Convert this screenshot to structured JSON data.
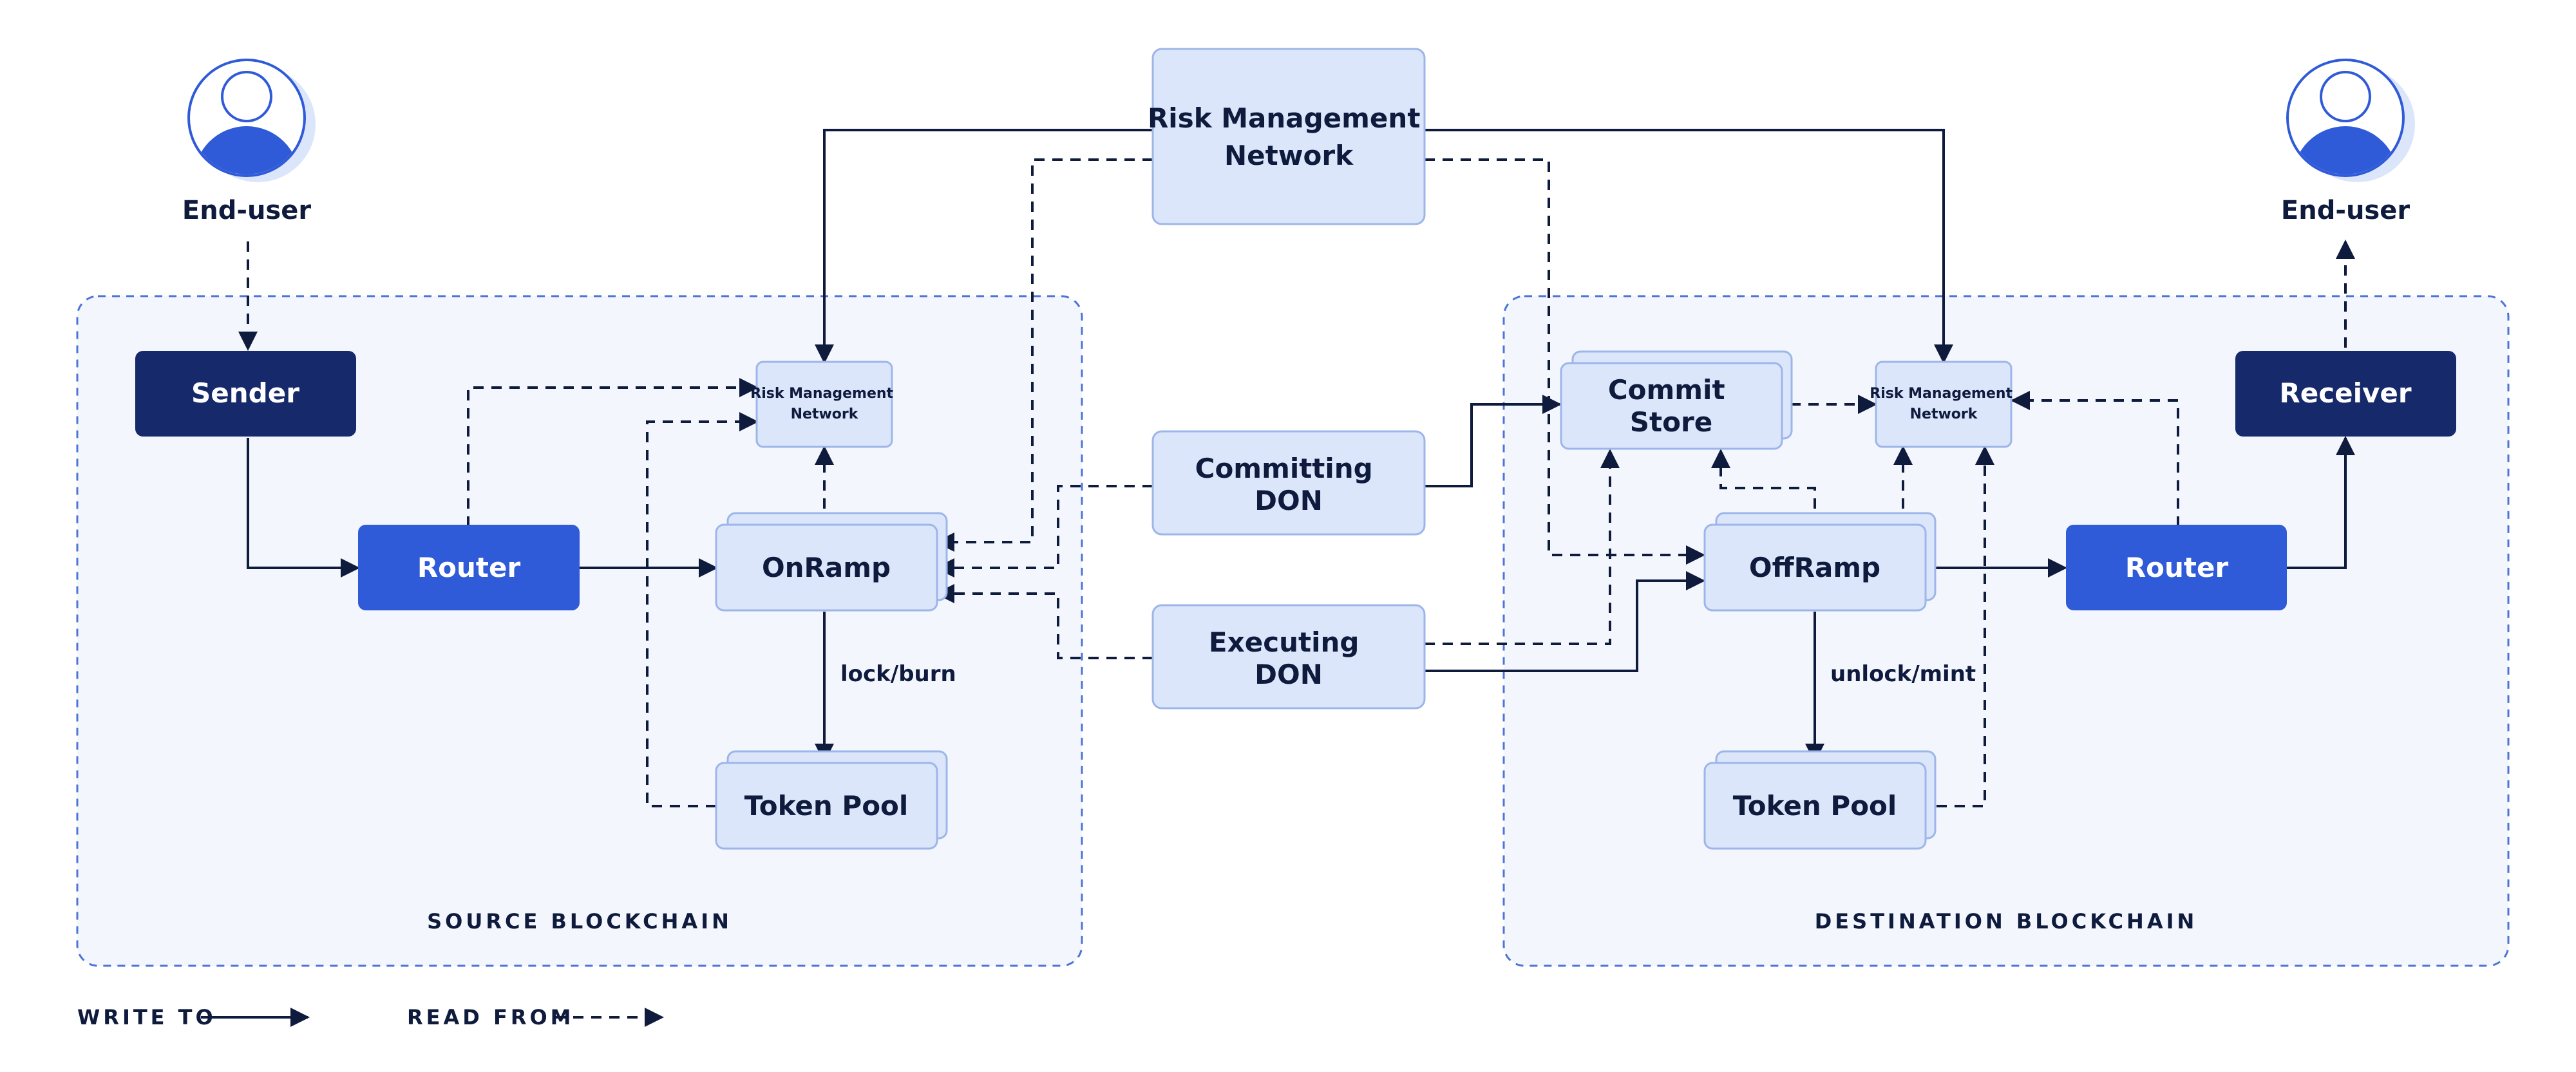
{
  "colors": {
    "ink": "#0f1b3d",
    "node_fill": "#dbe6fb",
    "node_stroke": "#9db5e8",
    "primary_blue": "#2f5ad8",
    "dark_navy": "#16296b",
    "region_fill": "#f3f6fd",
    "region_stroke": "#4d74d6"
  },
  "regions": {
    "source": "SOURCE BLOCKCHAIN",
    "destination": "DESTINATION BLOCKCHAIN"
  },
  "users": {
    "left": "End-user",
    "right": "End-user",
    "icon": "user-avatar-icon"
  },
  "nodes": {
    "rmn_main": [
      "Risk Management",
      "Network"
    ],
    "committing_don": [
      "Committing",
      "DON"
    ],
    "executing_don": [
      "Executing",
      "DON"
    ],
    "sender": "Sender",
    "router_src": "Router",
    "onramp": "OnRamp",
    "rmn_src": [
      "Risk Management",
      "Network"
    ],
    "token_pool_src": "Token Pool",
    "commit_store": [
      "Commit",
      "Store"
    ],
    "rmn_dst": [
      "Risk Management",
      "Network"
    ],
    "offramp": "OffRamp",
    "router_dst": "Router",
    "receiver": "Receiver",
    "token_pool_dst": "Token Pool"
  },
  "edge_labels": {
    "lock_burn": "lock/burn",
    "unlock_mint": "unlock/mint"
  },
  "legend": {
    "write_to": "WRITE TO",
    "read_from": "READ FROM"
  }
}
